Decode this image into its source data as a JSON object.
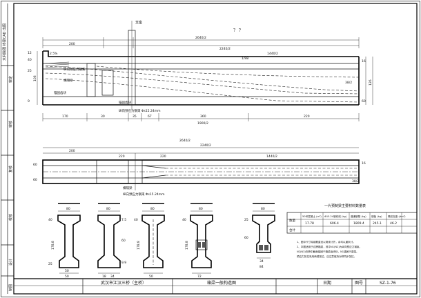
{
  "sheet": {
    "project_name": "武汉市江汉三桥（主桥）",
    "drawing_title": "箱梁一般构造图",
    "date_label": "日期",
    "figure_no_label": "图号",
    "figure_no": "SZ-1-76",
    "page_marks": "？ ？",
    "side_panel": [
      "审定",
      "审核",
      "复核",
      "校核",
      "设计",
      "制图"
    ],
    "side_stamp": "水利院团 桥梁CAD 出图"
  },
  "elevation": {
    "support_label": "支座",
    "dims_top": [
      "200",
      "2240/2",
      "2640/2",
      "1440/2",
      "1/98"
    ],
    "dims_bottom": [
      "170",
      "30",
      "35",
      "67",
      "360",
      "220",
      "1900/2"
    ],
    "left_dims": [
      "106",
      "12",
      "40",
      "25",
      "9"
    ],
    "right_dims": [
      "16",
      "38/2",
      "126",
      "60"
    ],
    "slope_label": "2.5%",
    "notes": [
      "纵向预应力钢束",
      "横隔梁",
      "锚固齿块",
      "纵向预应力钢束 Φs15.24mm",
      "锚固齿块"
    ]
  },
  "plan": {
    "dims_top": [
      "200",
      "220",
      "2240/2",
      "2640/2",
      "220",
      "1440/2"
    ],
    "left_dims": [
      "60",
      "60"
    ],
    "right_dims": [
      "16",
      "38/2"
    ],
    "notes": [
      "横隔梁",
      "纵向预应力钢束 Φs15.24mm"
    ]
  },
  "sections": [
    {
      "widths": [
        "80",
        "50",
        "50"
      ],
      "heights": [
        "40",
        "178.8",
        "25"
      ]
    },
    {
      "widths": [
        "80",
        "18",
        "34"
      ],
      "heights": [
        "7.5",
        "60",
        "9.9"
      ]
    },
    {
      "widths": [
        "80",
        "50"
      ],
      "heights": [
        "40",
        "178.8"
      ]
    },
    {
      "widths": [
        "80",
        "72"
      ],
      "heights": [
        "40",
        "178.8"
      ]
    },
    {
      "widths": [
        "80",
        "34",
        "84"
      ],
      "heights": [
        "25",
        "60"
      ]
    }
  ],
  "table": {
    "title": "一片预制梁主要材料数量表",
    "headers": [
      "数量",
      "50号混凝土 (m³)",
      "Φ15.24钢绞线 (kg)",
      "普通钢筋 (kg)",
      "钢板 (kg)",
      "橡胶支座 (dm³)"
    ],
    "rows": [
      [
        "",
        "17.78",
        "606.4",
        "1809.4",
        "245.1",
        "46.2"
      ],
      [
        "合计",
        "",
        "",
        "",
        "",
        ""
      ]
    ]
  },
  "notes": [
    "1、图中尺寸除钢筋直径以毫米计外，余均以厘米计。",
    "2、本图适用于边跨箱梁，其中N1(N2)为纵向预应力钢束。",
    "N2(N3)在跨中截面锚固于箱梁齿块处，N1锚固于梁端。",
    "预应力张拉采用两端张拉，应注意保持对称同步张拉。"
  ]
}
